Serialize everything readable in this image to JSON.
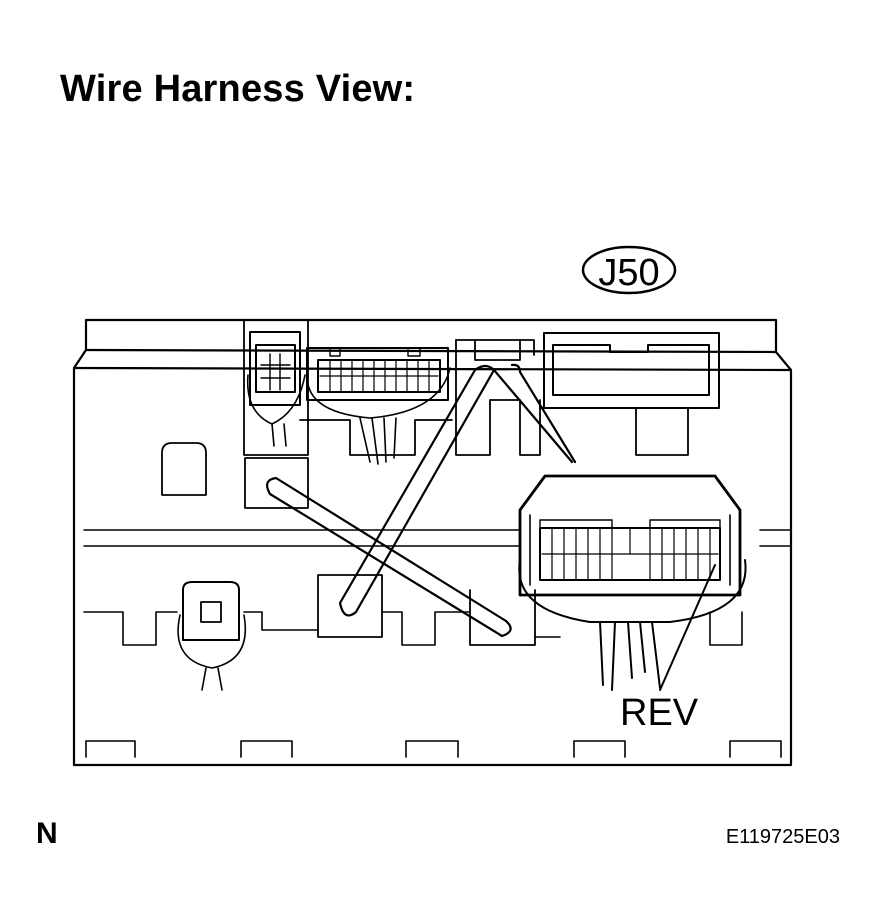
{
  "title": "Wire Harness View:",
  "connector_tag": "J50",
  "terminal_label": "REV",
  "corner_letter": "N",
  "figure_code": "E119725E03"
}
